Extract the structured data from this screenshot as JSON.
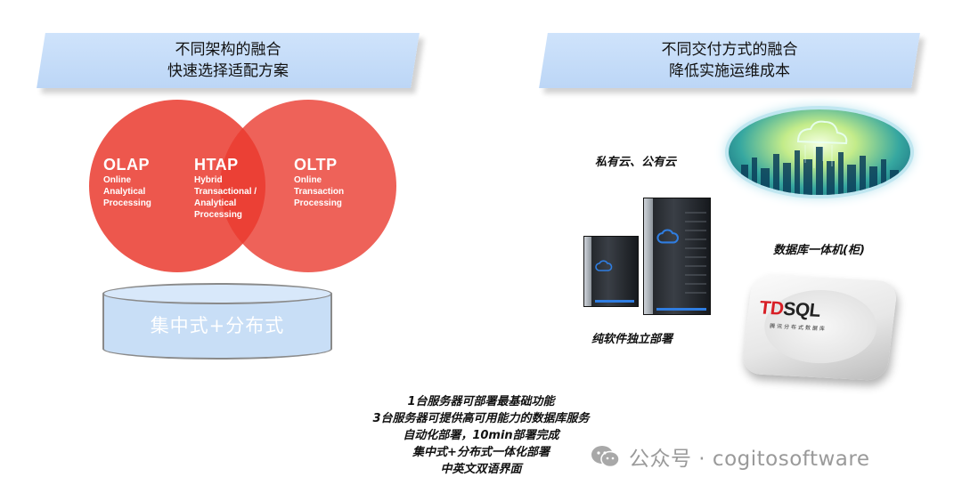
{
  "left": {
    "banner": {
      "line1": "不同架构的融合",
      "line2": "快速选择适配方案"
    },
    "venn": {
      "olap": {
        "title": "OLAP",
        "desc": [
          "Online",
          "Analytical",
          "Processing"
        ]
      },
      "htap": {
        "title": "HTAP",
        "desc": [
          "Hybrid",
          "Transactional /",
          "Analytical",
          "Processing"
        ]
      },
      "oltp": {
        "title": "OLTP",
        "desc": [
          "Online",
          "Transaction",
          "Processing"
        ]
      }
    },
    "cylinder_label": "集中式+分布式"
  },
  "right": {
    "banner": {
      "line1": "不同交付方式的融合",
      "line2": "降低实施运维成本"
    },
    "cloud_caption": "私有云、公有云",
    "software_caption": "纯软件独立部署",
    "appliance_caption": "数据库一体机(柜)",
    "appliance_logo": {
      "td": "TD",
      "sql": "SQL",
      "sub": "腾讯分布式数据库"
    }
  },
  "features": [
    "1台服务器可部署最基础功能",
    "3台服务器可提供高可用能力的数据库服务",
    "自动化部署，10min部署完成",
    "集中式+分布式一体化部署",
    "中英文双语界面"
  ],
  "watermark": "公众号 · cogitosoftware",
  "colors": {
    "venn_red": "#ea3b30",
    "banner_blue": "#c8def6",
    "accent_blue": "#2f7de1"
  }
}
